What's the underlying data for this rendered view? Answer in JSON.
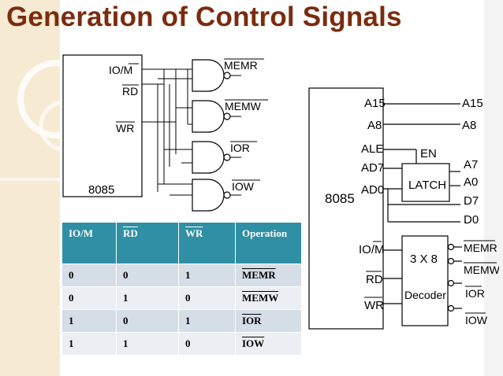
{
  "slide": {
    "title": "Generation of Control Signals"
  },
  "left_diagram": {
    "chip_label": "8085",
    "pins": [
      "IO/M",
      "RD",
      "WR"
    ],
    "outputs": [
      "MEMR",
      "MEMW",
      "IOR",
      "IOW"
    ]
  },
  "right_diagram": {
    "chip_label": "8085",
    "pins_top": [
      "A15",
      "A8",
      "ALE",
      "AD7",
      "AD0"
    ],
    "pins_bottom": [
      "IO/M",
      "RD",
      "WR"
    ],
    "latch_label": "LATCH",
    "latch_enable": "EN",
    "address_out": [
      "A15",
      "A8"
    ],
    "latch_out": [
      "A7",
      "A0",
      "D7",
      "D0"
    ],
    "decoder_label_line1": "3 X 8",
    "decoder_label_line2": "Decoder",
    "decoder_out": [
      "MEMR",
      "MEMW",
      "IOR",
      "IOW"
    ]
  },
  "truth_table": {
    "headers": [
      "IO/M",
      "RD",
      "WR",
      "Operation"
    ],
    "rows": [
      [
        "0",
        "0",
        "1",
        "MEMR"
      ],
      [
        "0",
        "1",
        "0",
        "MEMW"
      ],
      [
        "1",
        "0",
        "1",
        "IOR"
      ],
      [
        "1",
        "1",
        "0",
        "IOW"
      ]
    ]
  }
}
